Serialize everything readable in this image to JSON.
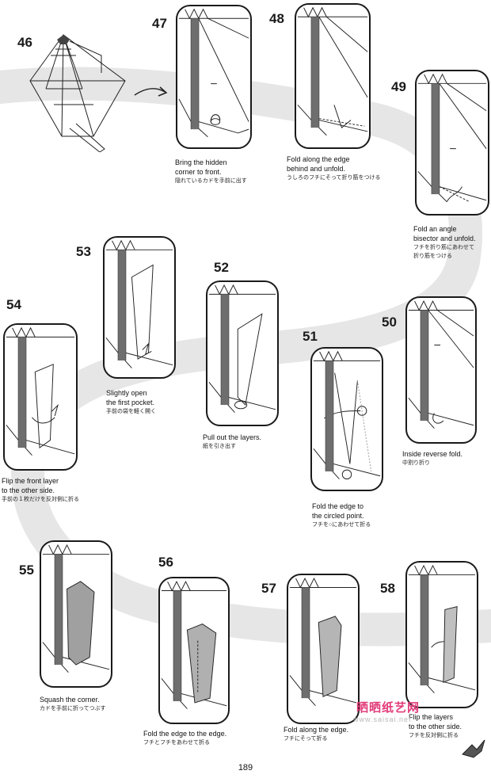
{
  "page_number": "189",
  "watermark": {
    "text": "晒晒纸艺网",
    "url": "www.saisai.net"
  },
  "steps": [
    {
      "id": "46",
      "number": "46",
      "en": [],
      "jp": []
    },
    {
      "id": "47",
      "number": "47",
      "en": [
        "Bring the hidden",
        "corner to front."
      ],
      "jp": [
        "隠れているカドを手前に出す"
      ]
    },
    {
      "id": "48",
      "number": "48",
      "en": [
        "Fold along the edge",
        "behind and unfold."
      ],
      "jp": [
        "うしろのフチにそって折り筋をつける"
      ]
    },
    {
      "id": "49",
      "number": "49",
      "en": [
        "Fold an angle",
        "bisector and unfold."
      ],
      "jp": [
        "フチを折り筋にあわせて",
        "折り筋をつける"
      ]
    },
    {
      "id": "50",
      "number": "50",
      "en": [
        "Inside reverse fold."
      ],
      "jp": [
        "中割り折り"
      ]
    },
    {
      "id": "51",
      "number": "51",
      "en": [
        "Fold the edge to",
        "the circled point."
      ],
      "jp": [
        "フチを○にあわせて折る"
      ]
    },
    {
      "id": "52",
      "number": "52",
      "en": [
        "Pull out the layers."
      ],
      "jp": [
        "紙を引き出す"
      ]
    },
    {
      "id": "53",
      "number": "53",
      "en": [
        "Slightly open",
        "the first pocket."
      ],
      "jp": [
        "手前の袋を軽く開く"
      ]
    },
    {
      "id": "54",
      "number": "54",
      "en": [
        "Flip the front layer",
        "to the other side."
      ],
      "jp": [
        "手前の１枚だけを反対側に折る"
      ]
    },
    {
      "id": "55",
      "number": "55",
      "en": [
        "Squash the corner."
      ],
      "jp": [
        "カドを手前に折ってつぶす"
      ]
    },
    {
      "id": "56",
      "number": "56",
      "en": [
        "Fold the edge to the edge."
      ],
      "jp": [
        "フチとフチをあわせて折る"
      ]
    },
    {
      "id": "57",
      "number": "57",
      "en": [
        "Fold along the edge."
      ],
      "jp": [
        "フチにそって折る"
      ]
    },
    {
      "id": "58",
      "number": "58",
      "en": [
        "Flip the layers",
        "to the other side."
      ],
      "jp": [
        "フチを反対側に折る"
      ]
    }
  ]
}
